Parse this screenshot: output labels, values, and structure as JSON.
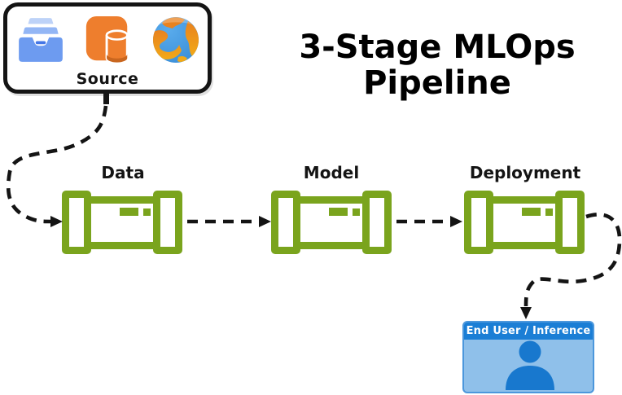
{
  "title": {
    "line1": "3-Stage MLOps",
    "line2": "Pipeline"
  },
  "source": {
    "label": "Source",
    "icons": [
      "inbox-tray-icon",
      "database-icon",
      "globe-icon"
    ]
  },
  "stages": [
    {
      "label": "Data"
    },
    {
      "label": "Model"
    },
    {
      "label": "Deployment"
    }
  ],
  "end_user": {
    "label": "End User / Inference",
    "icon": "person-icon"
  },
  "flow": [
    "source -> data",
    "data -> model",
    "model -> deployment",
    "deployment -> end_user"
  ],
  "colors": {
    "ink": "#141414",
    "pipe_green": "#7AA41D",
    "enduser_header": "#1B7ED5",
    "enduser_body": "#8FC0EA",
    "enduser_border": "#4C97DC",
    "person_blue": "#1878CE",
    "db_orange": "#EE7E2D",
    "db_orange_dark": "#C9661F",
    "inbox_blue": "#6D9BF0",
    "inbox_mid": "#93B6F5",
    "inbox_light": "#BDD2F8",
    "inbox_notch": "#4376E6",
    "ocean_blue": "#59ABEC",
    "ocean_deep": "#3A8ED8",
    "land_orange": "#E8821F",
    "land_yellow": "#F2A918"
  }
}
